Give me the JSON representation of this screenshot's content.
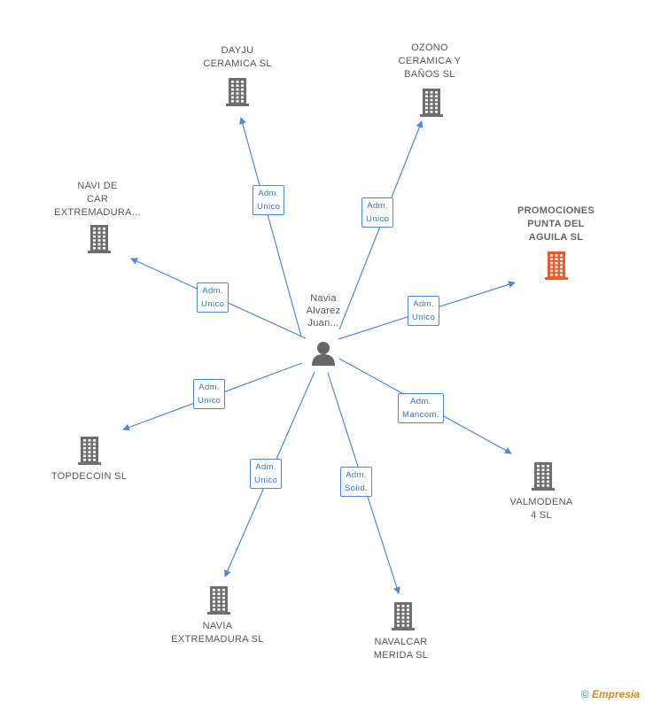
{
  "center": {
    "label": "Navia\nAlvarez\nJuan..."
  },
  "companies": [
    {
      "id": "dayju",
      "label": "DAYJU\nCERAMICA SL",
      "highlight": false
    },
    {
      "id": "ozono",
      "label": "OZONO\nCERAMICA Y\nBAÑOS SL",
      "highlight": false
    },
    {
      "id": "navi",
      "label": "NAVI DE\nCAR\nEXTREMADURA...",
      "highlight": false
    },
    {
      "id": "promociones",
      "label": "PROMOCIONES\nPUNTA DEL\nAGUILA SL",
      "highlight": true
    },
    {
      "id": "topdecoin",
      "label": "TOPDECOIN SL",
      "highlight": false
    },
    {
      "id": "valmodena",
      "label": "VALMODENA\n4 SL",
      "highlight": false
    },
    {
      "id": "navia_ext",
      "label": "NAVIA\nEXTREMADURA SL",
      "highlight": false
    },
    {
      "id": "navalcar",
      "label": "NAVALCAR\nMERIDA SL",
      "highlight": false
    }
  ],
  "relations": [
    {
      "to": "dayju",
      "role": "Adm.\nUnico"
    },
    {
      "to": "ozono",
      "role": "Adm.\nUnico"
    },
    {
      "to": "navi",
      "role": "Adm.\nUnico"
    },
    {
      "to": "promociones",
      "role": "Adm.\nUnico"
    },
    {
      "to": "topdecoin",
      "role": "Adm.\nUnico"
    },
    {
      "to": "valmodena",
      "role": "Adm.\nMancom."
    },
    {
      "to": "navia_ext",
      "role": "Adm.\nUnico"
    },
    {
      "to": "navalcar",
      "role": "Adm.\nSolid."
    }
  ],
  "colors": {
    "edge": "#4a8ad6",
    "building": "#6e6e6e",
    "building_highlight": "#f05a28",
    "person": "#666666"
  },
  "footer": {
    "copyright": "©",
    "brand": "Empresia"
  }
}
